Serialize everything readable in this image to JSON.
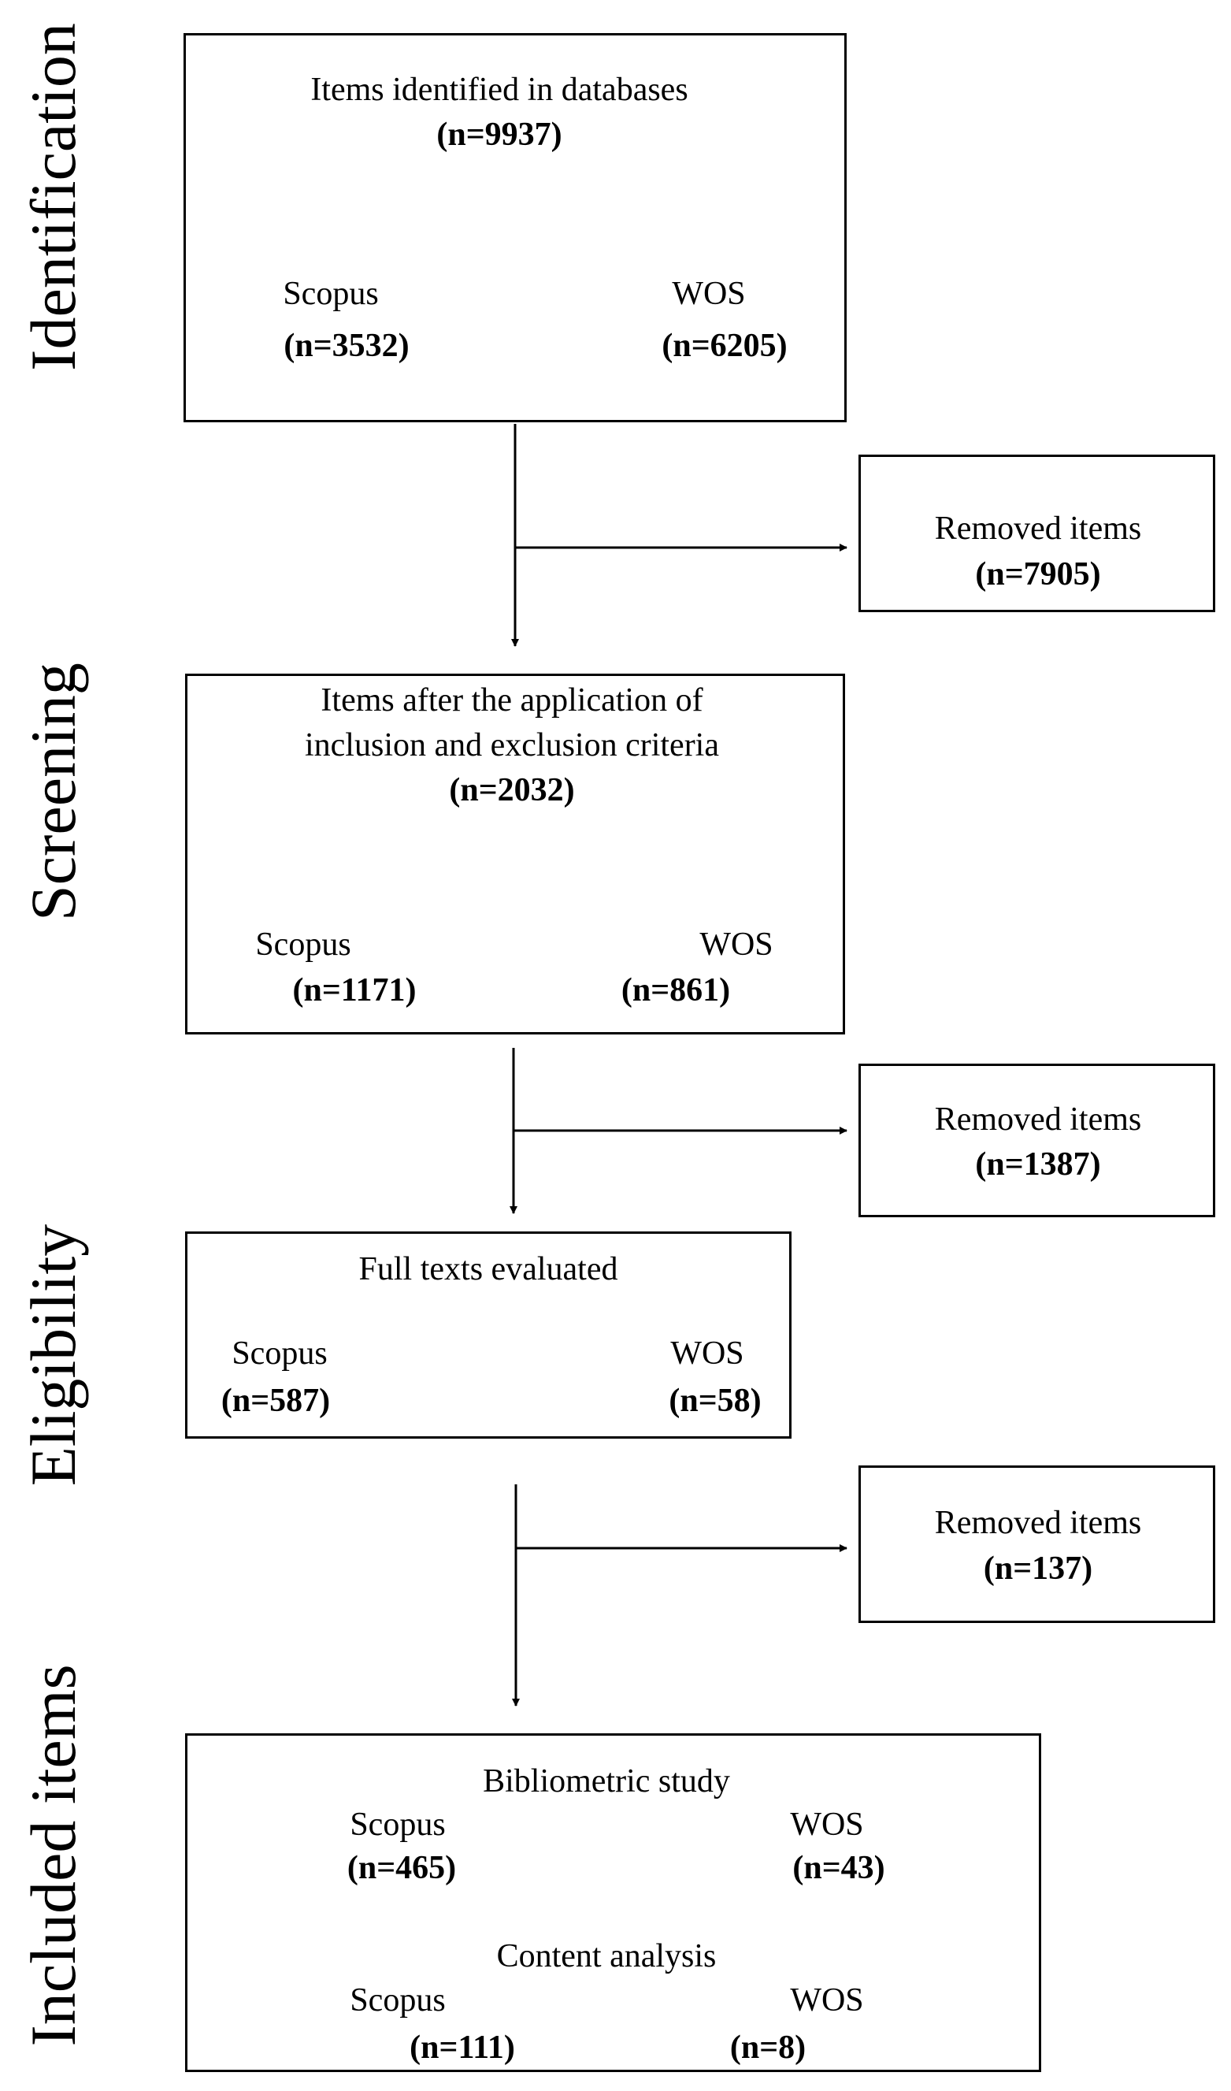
{
  "stages": {
    "identification": "Identification",
    "screening": "Screening",
    "eligibility": "Eligibility",
    "included": "Included items"
  },
  "identification": {
    "title": "Items identified in databases",
    "count": "(n=9937)",
    "scopus_label": "Scopus",
    "scopus_count": "(n=3532)",
    "wos_label": "WOS",
    "wos_count": "(n=6205)"
  },
  "removed_1": {
    "label": "Removed items",
    "count": "(n=7905)"
  },
  "screening": {
    "title_line1": "Items after the application of",
    "title_line2": "inclusion and exclusion criteria",
    "count": "(n=2032)",
    "scopus_label": "Scopus",
    "scopus_count": "(n=1171)",
    "wos_label": "WOS",
    "wos_count": "(n=861)"
  },
  "removed_2": {
    "label": "Removed items",
    "count": "(n=1387)"
  },
  "eligibility": {
    "title": "Full texts evaluated",
    "scopus_label": "Scopus",
    "scopus_count": "(n=587)",
    "wos_label": "WOS",
    "wos_count": "(n=58)"
  },
  "removed_3": {
    "label": "Removed items",
    "count": "(n=137)"
  },
  "included": {
    "bibliometric_title": "Bibliometric study",
    "bib_scopus_label": "Scopus",
    "bib_scopus_count": "(n=465)",
    "bib_wos_label": "WOS",
    "bib_wos_count": "(n=43)",
    "content_title": "Content analysis",
    "con_scopus_label": "Scopus",
    "con_scopus_count": "(n=111)",
    "con_wos_label": "WOS",
    "con_wos_count": "(n=8)"
  }
}
